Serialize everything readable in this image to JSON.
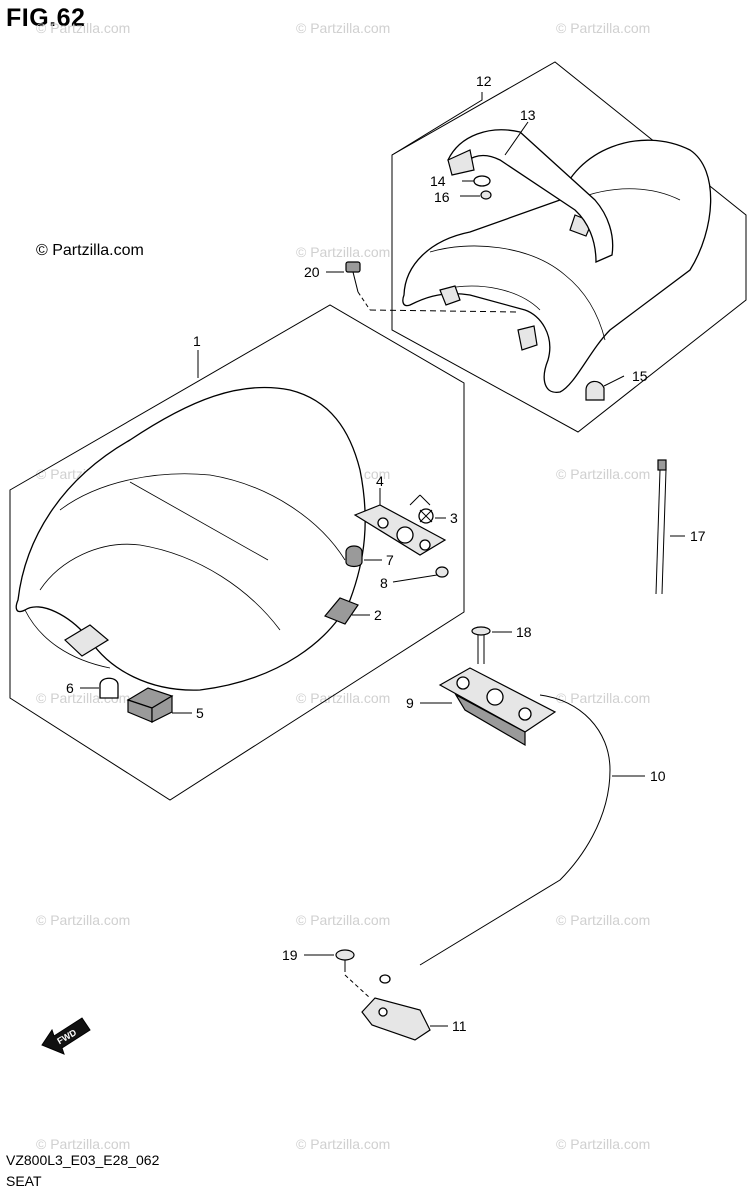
{
  "figure": {
    "title": "FIG.62",
    "copyright": "© Partzilla.com",
    "watermark": "© Partzilla.com",
    "code": "VZ800L3_E03_E28_062",
    "name": "SEAT",
    "fwd_label": "FWD"
  },
  "callouts": [
    {
      "id": "c1",
      "label": "1"
    },
    {
      "id": "c2",
      "label": "2"
    },
    {
      "id": "c3",
      "label": "3"
    },
    {
      "id": "c4",
      "label": "4"
    },
    {
      "id": "c5",
      "label": "5"
    },
    {
      "id": "c6",
      "label": "6"
    },
    {
      "id": "c7",
      "label": "7"
    },
    {
      "id": "c8",
      "label": "8"
    },
    {
      "id": "c9",
      "label": "9"
    },
    {
      "id": "c10",
      "label": "10"
    },
    {
      "id": "c11",
      "label": "11"
    },
    {
      "id": "c12",
      "label": "12"
    },
    {
      "id": "c13",
      "label": "13"
    },
    {
      "id": "c14",
      "label": "14"
    },
    {
      "id": "c15",
      "label": "15"
    },
    {
      "id": "c16",
      "label": "16"
    },
    {
      "id": "c17",
      "label": "17"
    },
    {
      "id": "c18",
      "label": "18"
    },
    {
      "id": "c19",
      "label": "19"
    },
    {
      "id": "c20",
      "label": "20"
    }
  ]
}
